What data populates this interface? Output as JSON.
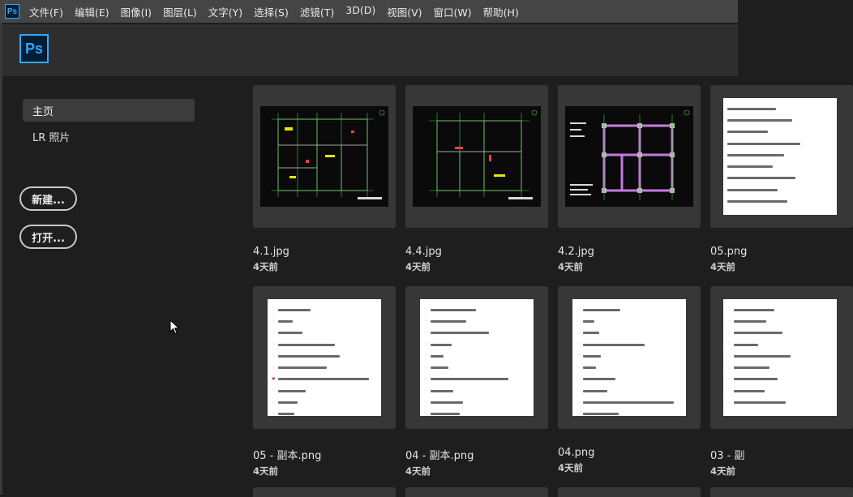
{
  "app": {
    "icon_text": "Ps",
    "logo_text": "Ps",
    "menus": [
      "文件(F)",
      "编辑(E)",
      "图像(I)",
      "图层(L)",
      "文字(Y)",
      "选择(S)",
      "滤镜(T)",
      "3D(D)",
      "视图(V)",
      "窗口(W)",
      "帮助(H)"
    ]
  },
  "sidebar": {
    "items": [
      {
        "label": "主页",
        "active": true
      },
      {
        "label": "LR 照片",
        "active": false
      }
    ],
    "new_button": "新建...",
    "open_button": "打开..."
  },
  "recent_files": [
    {
      "name": "4.1.jpg",
      "date": "4天前",
      "kind": "cad"
    },
    {
      "name": "4.4.jpg",
      "date": "4天前",
      "kind": "cad"
    },
    {
      "name": "4.2.jpg",
      "date": "4天前",
      "kind": "cad-color"
    },
    {
      "name": "05.png",
      "date": "4天前",
      "kind": "doc"
    },
    {
      "name": "05 - 副本.png",
      "date": "4天前",
      "kind": "doc"
    },
    {
      "name": "04 - 副本.png",
      "date": "4天前",
      "kind": "doc"
    },
    {
      "name": "04.png",
      "date": "4天前",
      "kind": "doc"
    },
    {
      "name": "03 - 副",
      "date": "4天前",
      "kind": "doc"
    }
  ],
  "colors": {
    "accent": "#31a8ff",
    "menubar": "#454545",
    "header": "#2e2e2e",
    "background": "#1e1e1e",
    "card": "#373737"
  }
}
